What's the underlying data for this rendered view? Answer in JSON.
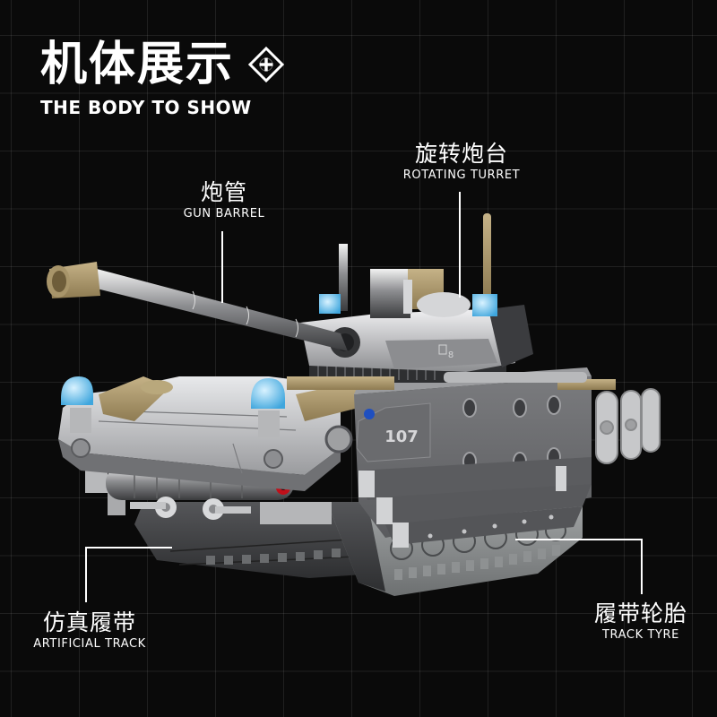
{
  "header": {
    "title_cn": "机体展示",
    "title_en": "THE BODY TO SHOW",
    "badge_icon": "diamond-plus-icon"
  },
  "callouts": {
    "gun_barrel": {
      "cn": "炮管",
      "en": "GUN BARREL"
    },
    "rotating_turret": {
      "cn": "旋转炮台",
      "en": "ROTATING TURRET"
    },
    "artificial_track": {
      "cn": "仿真履带",
      "en": "ARTIFICIAL TRACK"
    },
    "track_tyre": {
      "cn": "履带轮胎",
      "en": "TRACK TYRE"
    }
  },
  "product": {
    "hull_number": "107",
    "turret_marking": "8"
  },
  "colors": {
    "background": "#0a0a0a",
    "grid_line": "#2a2a2a",
    "text": "#ffffff",
    "hull_grey": "#6b6c6e",
    "hull_light": "#c9cacc",
    "tan": "#a8956a",
    "trans_blue": "#7cc7ee",
    "track_dark": "#3d3e40",
    "red_light": "#c0101a",
    "blue_light": "#1f4fbf"
  }
}
